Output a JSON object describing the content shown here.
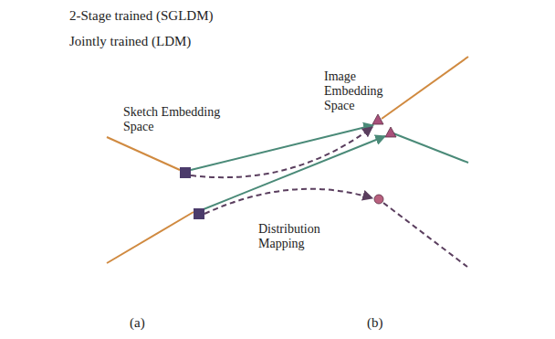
{
  "diagram": {
    "nodes": [
      {
        "text": [
          "Sketch Embedding Space"
        ]
      },
      {
        "text": [
          "Image Embedding Space"
        ]
      }
    ],
    "edges": [
      {
        "from": 0,
        "to": 1,
        "arrow": "to"
      },
      {
        "from": 0,
        "to": 1,
        "arrow": "to"
      },
      {
        "from": 0,
        "to": 1,
        "arrow": "to"
      },
      {
        "from": 0,
        "to": 1,
        "arrow": "to"
      }
    ],
    "labels": [
      "Distribution Mapping",
      "(a)",
      "(b)"
    ],
    "legend": [
      {
        "text": "2-Stage trained (SGLDM)"
      },
      {
        "text": "Jointly trained (LDM)"
      }
    ]
  }
}
